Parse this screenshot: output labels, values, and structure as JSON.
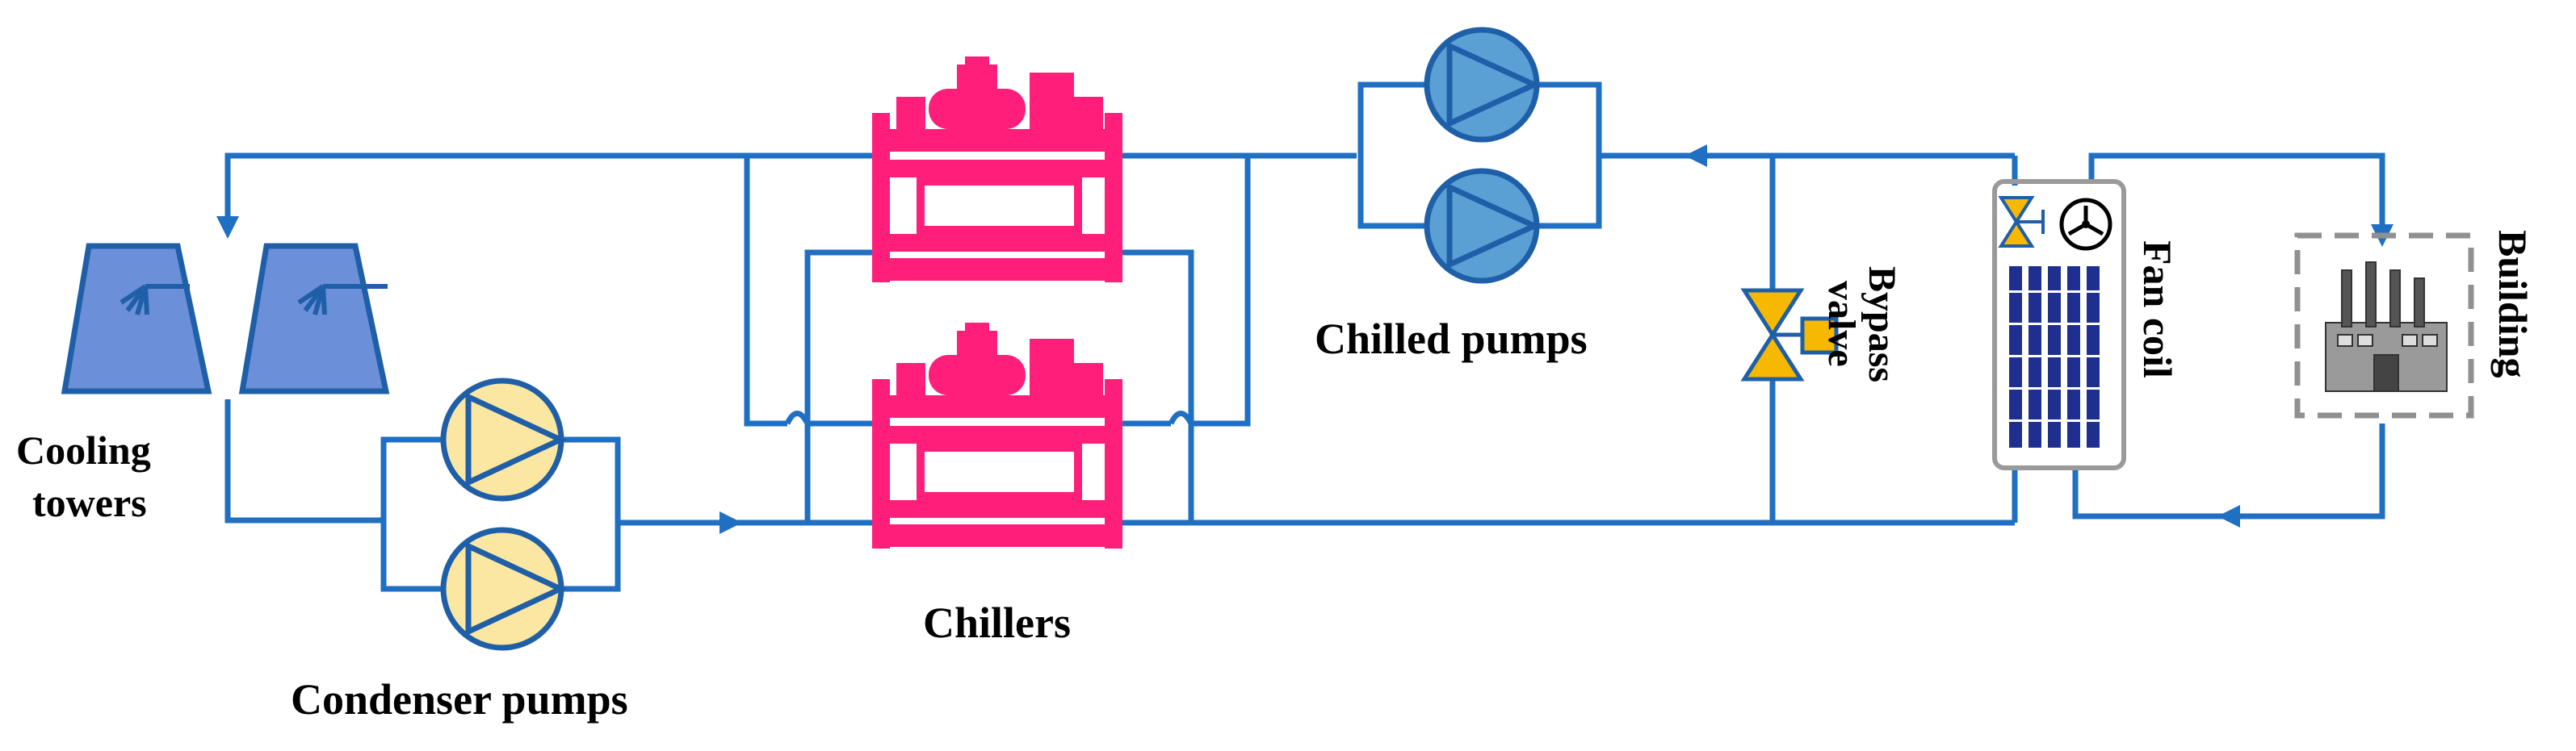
{
  "labels": {
    "cooling_towers_line1": "Cooling",
    "cooling_towers_line2": "towers",
    "condenser_pumps": "Condenser pumps",
    "chillers": "Chillers",
    "chilled_pumps": "Chilled pumps",
    "bypass_line1": "Bypass",
    "bypass_line2": "valve",
    "fan_coil": "Fan coil",
    "building": "Building"
  },
  "colors": {
    "pipe": "#1f6fc2",
    "tower_fill": "#6b8fd9",
    "tower_stroke": "#1f5fa8",
    "condenser_pump_fill": "#fbe7a1",
    "chilled_pump_fill": "#5aa0d4",
    "chiller": "#ff1f7a",
    "valve": "#f6b800",
    "fan_coil_box": "#9a9a9a",
    "fan_coil_bars": "#1e2f8f",
    "building_border": "#909090"
  },
  "icons": {
    "cooling_tower": "cooling-tower-icon",
    "pump": "pump-icon",
    "chiller": "chiller-icon",
    "valve": "bypass-valve-icon",
    "fan": "fan-icon",
    "building": "building-icon"
  }
}
